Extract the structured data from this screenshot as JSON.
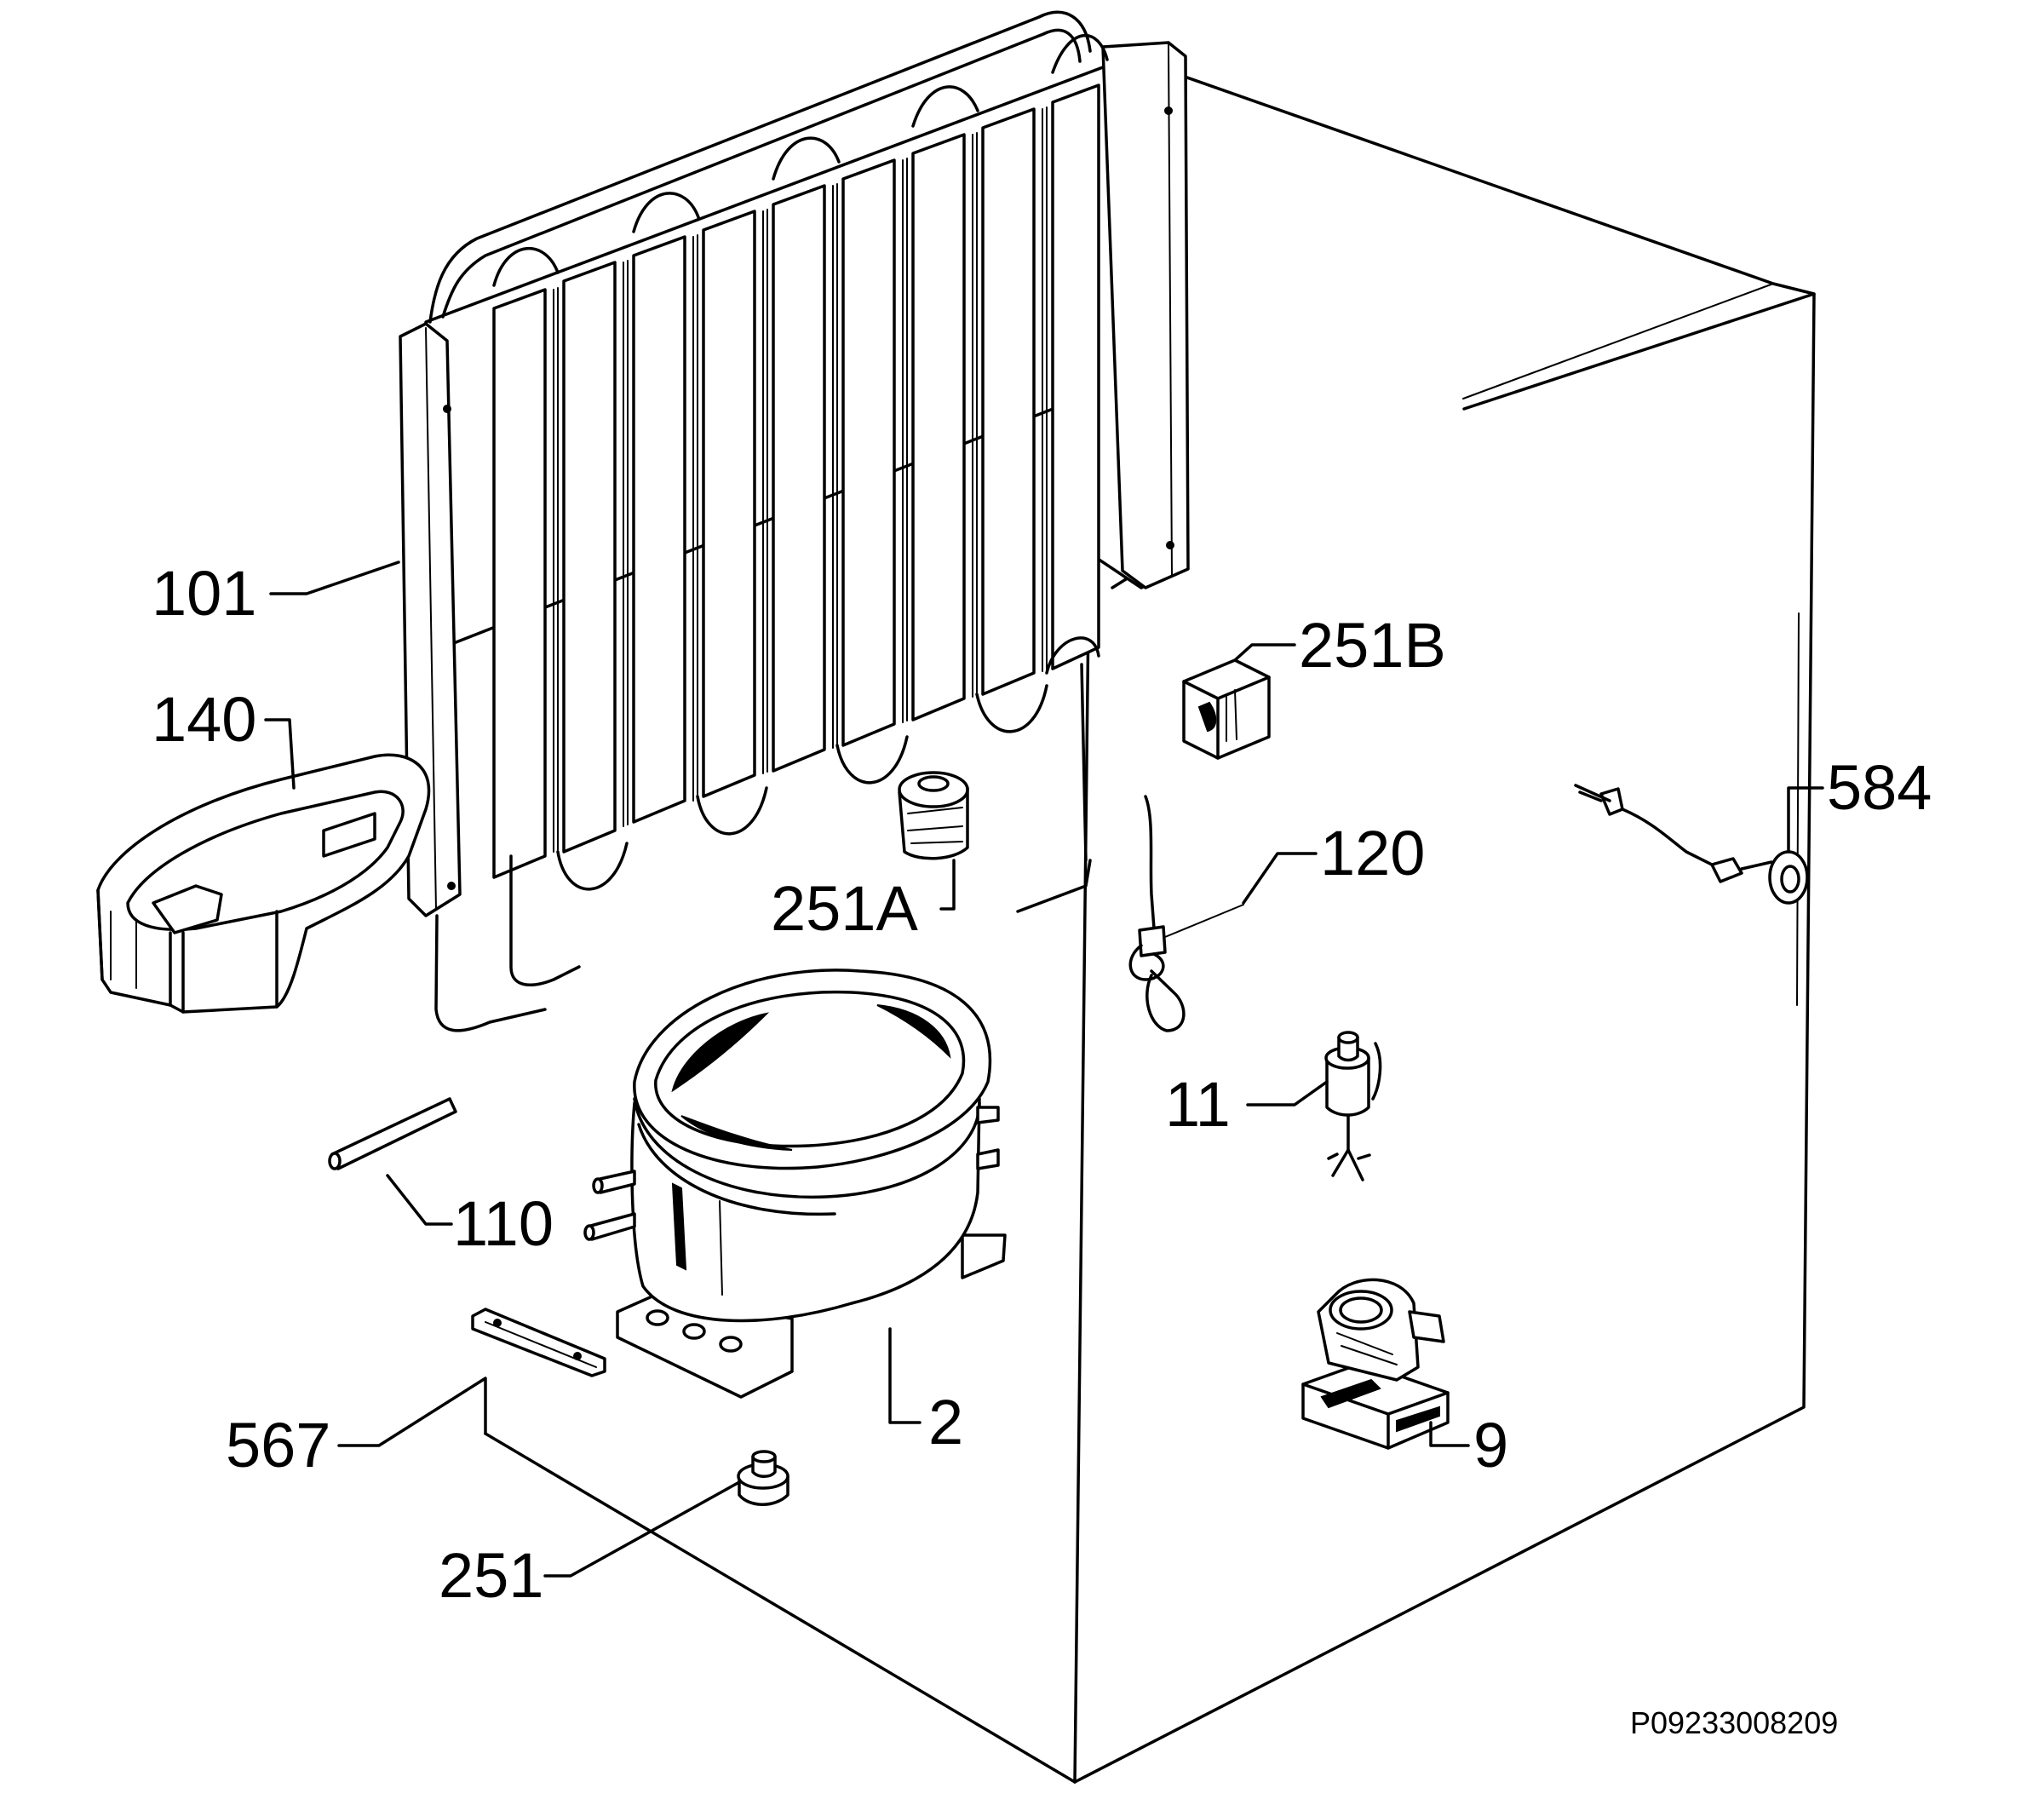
{
  "labels": {
    "l101": "101",
    "l140": "140",
    "l251b": "251B",
    "l584": "584",
    "l120": "120",
    "l251a": "251A",
    "l11": "11",
    "l110": "110",
    "l567": "567",
    "l2": "2",
    "l9": "9",
    "l251": "251"
  },
  "reference": "P09233008209"
}
